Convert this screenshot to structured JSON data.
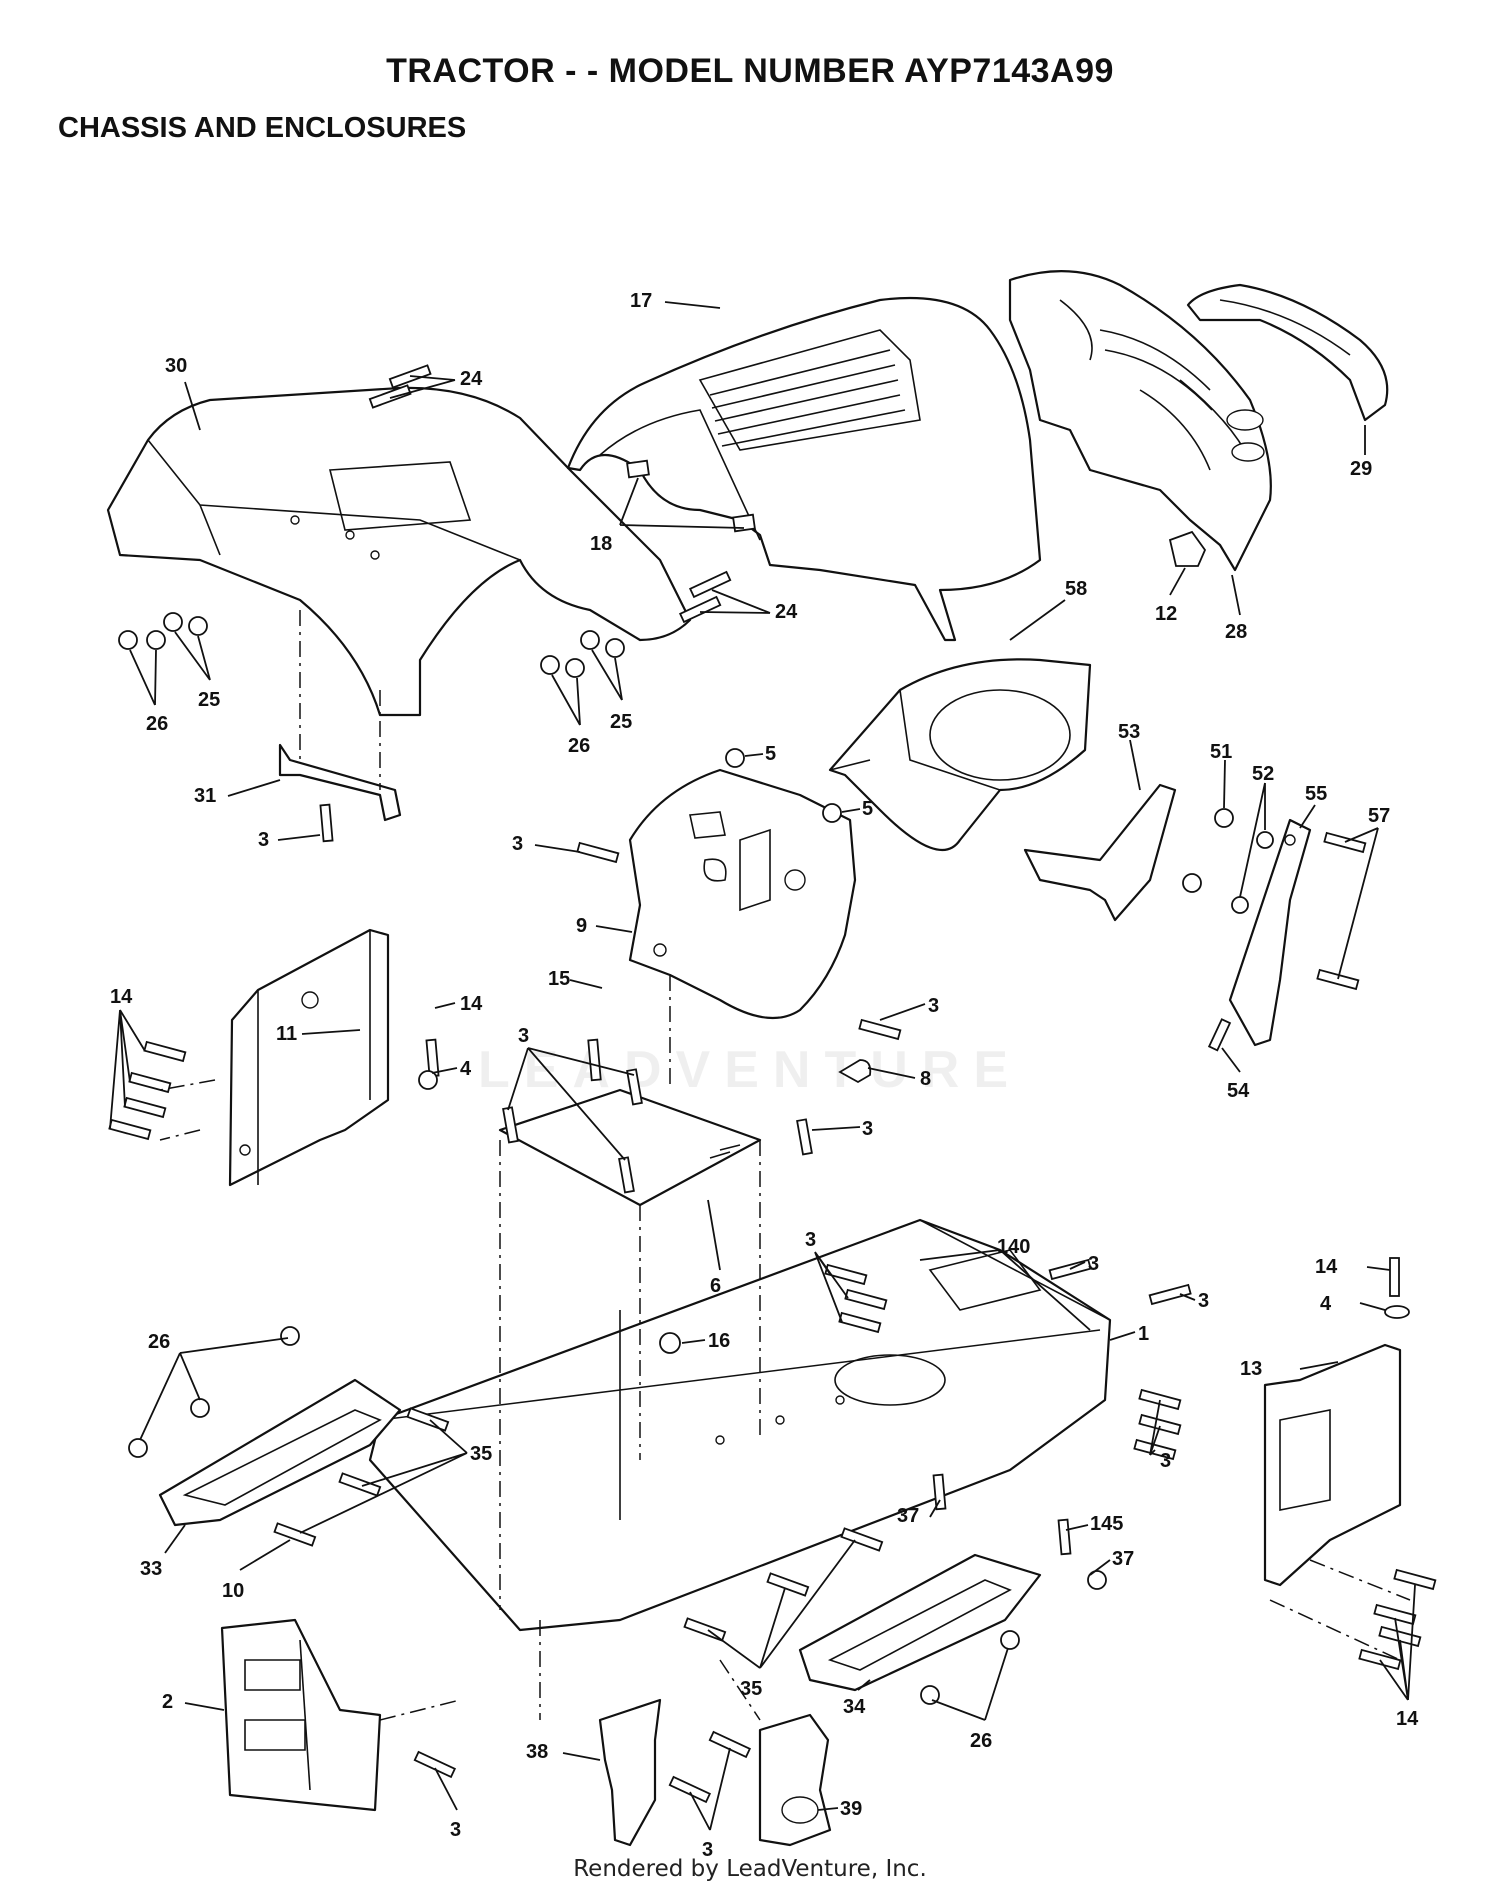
{
  "header": {
    "title": "TRACTOR - - MODEL NUMBER AYP7143A99",
    "subtitle": "CHASSIS AND ENCLOSURES"
  },
  "watermark": {
    "text": "LEADVENTURE"
  },
  "footer": {
    "text": "Rendered by LeadVenture, Inc."
  },
  "callouts": [
    {
      "label": "30"
    },
    {
      "label": "24"
    },
    {
      "label": "17"
    },
    {
      "label": "29"
    },
    {
      "label": "18"
    },
    {
      "label": "12"
    },
    {
      "label": "28"
    },
    {
      "label": "24"
    },
    {
      "label": "58"
    },
    {
      "label": "26"
    },
    {
      "label": "25"
    },
    {
      "label": "26"
    },
    {
      "label": "25"
    },
    {
      "label": "5"
    },
    {
      "label": "5"
    },
    {
      "label": "53"
    },
    {
      "label": "51"
    },
    {
      "label": "52"
    },
    {
      "label": "55"
    },
    {
      "label": "57"
    },
    {
      "label": "31"
    },
    {
      "label": "3"
    },
    {
      "label": "3"
    },
    {
      "label": "9"
    },
    {
      "label": "14"
    },
    {
      "label": "11"
    },
    {
      "label": "15"
    },
    {
      "label": "14"
    },
    {
      "label": "3"
    },
    {
      "label": "4"
    },
    {
      "label": "3"
    },
    {
      "label": "8"
    },
    {
      "label": "54"
    },
    {
      "label": "3"
    },
    {
      "label": "6"
    },
    {
      "label": "3"
    },
    {
      "label": "140"
    },
    {
      "label": "3"
    },
    {
      "label": "14"
    },
    {
      "label": "3"
    },
    {
      "label": "16"
    },
    {
      "label": "4"
    },
    {
      "label": "1"
    },
    {
      "label": "13"
    },
    {
      "label": "26"
    },
    {
      "label": "35"
    },
    {
      "label": "3"
    },
    {
      "label": "37"
    },
    {
      "label": "145"
    },
    {
      "label": "33"
    },
    {
      "label": "37"
    },
    {
      "label": "10"
    },
    {
      "label": "2"
    },
    {
      "label": "35"
    },
    {
      "label": "34"
    },
    {
      "label": "14"
    },
    {
      "label": "38"
    },
    {
      "label": "26"
    },
    {
      "label": "3"
    },
    {
      "label": "3"
    },
    {
      "label": "39"
    }
  ]
}
